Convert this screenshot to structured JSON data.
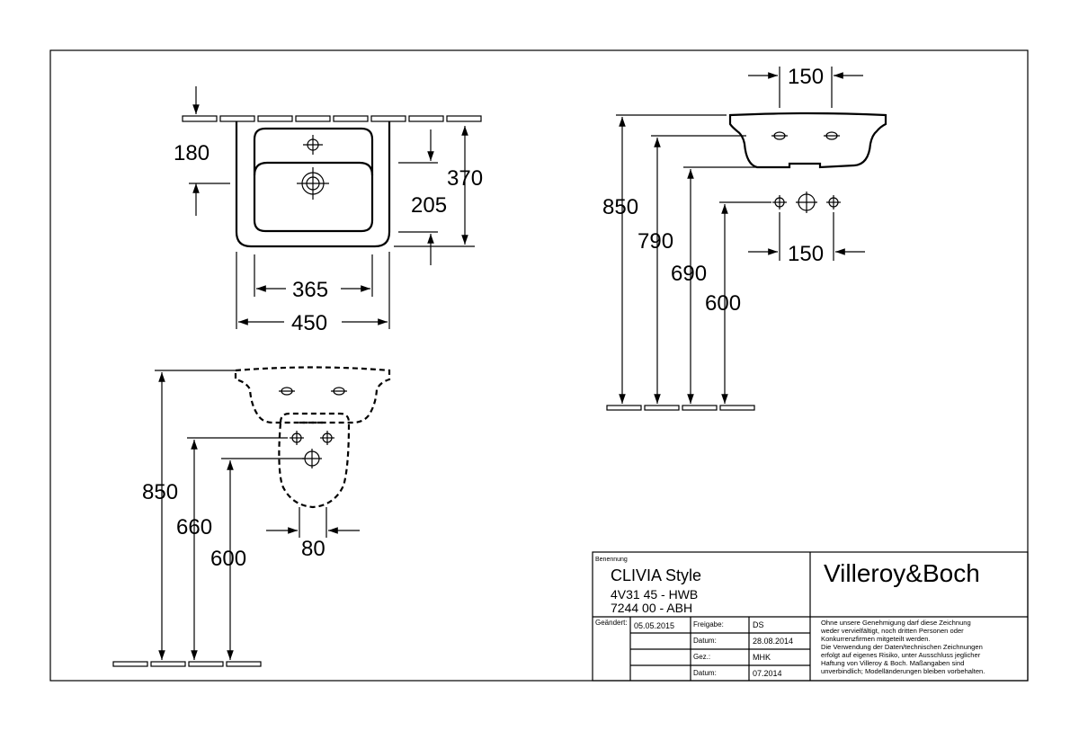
{
  "top_view": {
    "dims": {
      "d180": "180",
      "d370": "370",
      "d205": "205",
      "d365": "365",
      "d450": "450"
    }
  },
  "side_view": {
    "dims": {
      "d150_top": "150",
      "d150_bottom": "150",
      "d850": "850",
      "d790": "790",
      "d690": "690",
      "d600": "600"
    }
  },
  "front_view": {
    "dims": {
      "d850": "850",
      "d660": "660",
      "d600": "600",
      "d80": "80"
    }
  },
  "title_block": {
    "benennung_label": "Benennung",
    "product_name": "CLIVIA Style",
    "code1": "4V31 45 - HWB",
    "code2": "7244 00 - ABH",
    "brand": "Villeroy&Boch",
    "geandert_label": "Geändert:",
    "geandert_date": "05.05.2015",
    "freigabe_label": "Freigabe:",
    "freigabe_value": "DS",
    "datum_label_1": "Datum:",
    "datum_value_1": "28.08.2014",
    "gez_label": "Gez.:",
    "gez_value": "MHK",
    "datum_label_2": "Datum:",
    "datum_value_2": "07.2014",
    "disclaimer_lines": [
      "Ohne unsere Genehmigung darf diese Zeichnung",
      "weder vervielfältigt, noch dritten Personen oder",
      "Konkurrenzfirmen mitgeteilt werden.",
      "Die Verwendung der Daten/technischen Zeichnungen",
      "erfolgt auf eigenes Risiko, unter Ausschluss jeglicher",
      "Haftung von Villeroy & Boch. Maßangaben sind",
      "unverbindlich; Modelländerungen bleiben vorbehalten."
    ]
  }
}
